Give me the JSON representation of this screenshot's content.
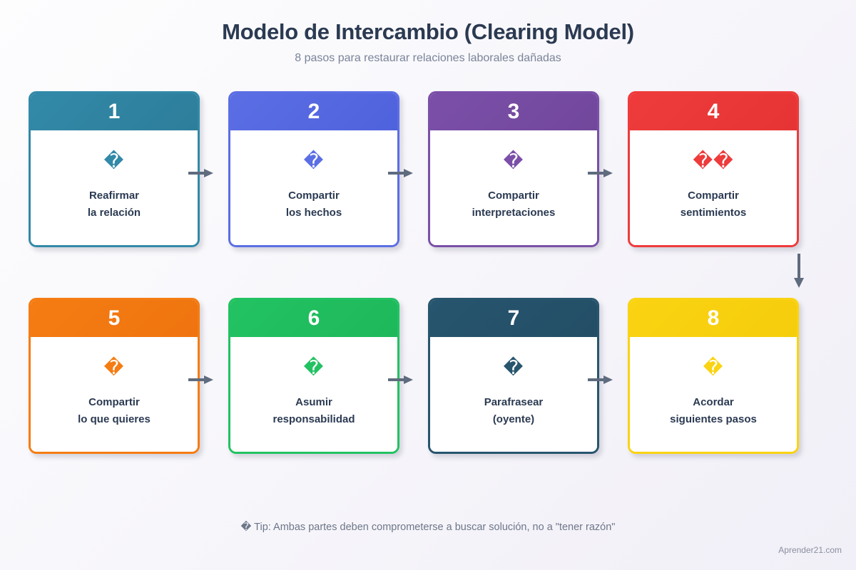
{
  "header": {
    "title": "Modelo de Intercambio (Clearing Model)",
    "subtitle": "8 pasos para restaurar relaciones laborales dañadas"
  },
  "colors": {
    "background_start": "#fdfdfe",
    "background_end": "#f1eff7",
    "title": "#2b3a52",
    "subtitle": "#7a8499",
    "label": "#2b3a52",
    "arrow": "#5f6b7e",
    "tip": "#6d7689",
    "brand": "#8a8fa0"
  },
  "steps": [
    {
      "number": "1",
      "label": "Reafirmar\nla relación",
      "icon": "�",
      "icon_name": "handshake-icon",
      "color": "#3289a8",
      "color_dark": "#2d7e9b"
    },
    {
      "number": "2",
      "label": "Compartir\nlos hechos",
      "icon": "�",
      "icon_name": "document-facts-icon",
      "color": "#5b6ee4",
      "color_dark": "#4f62dd"
    },
    {
      "number": "3",
      "label": "Compartir\ninterpretaciones",
      "icon": "�",
      "icon_name": "thought-bubble-icon",
      "color": "#7b4fa8",
      "color_dark": "#71479c"
    },
    {
      "number": "4",
      "label": "Compartir\nsentimientos",
      "icon": "��",
      "icon_name": "heart-feelings-icon",
      "color": "#ee3b3b",
      "color_dark": "#e63434"
    },
    {
      "number": "5",
      "label": "Compartir\nlo que quieres",
      "icon": "�",
      "icon_name": "target-wants-icon",
      "color": "#f57c12",
      "color_dark": "#ef7410"
    },
    {
      "number": "6",
      "label": "Asumir\nresponsabilidad",
      "icon": "�",
      "icon_name": "responsibility-icon",
      "color": "#22c262",
      "color_dark": "#1eb85a"
    },
    {
      "number": "7",
      "label": "Parafrasear\n(oyente)",
      "icon": "�",
      "icon_name": "ear-listening-icon",
      "color": "#27556e",
      "color_dark": "#234e66"
    },
    {
      "number": "8",
      "label": "Acordar\nsiguientes pasos",
      "icon": "�",
      "icon_name": "checklist-steps-icon",
      "color": "#fad312",
      "color_dark": "#f5cd0c"
    }
  ],
  "connectors": {
    "horizontal_icon_name": "arrow-right-icon",
    "vertical_icon_name": "arrow-down-icon"
  },
  "footer": {
    "tip": "� Tip: Ambas partes deben comprometerse a buscar solución, no a \"tener razón\"",
    "tip_icon_name": "lightbulb-icon",
    "brand": "Aprender21.com"
  }
}
